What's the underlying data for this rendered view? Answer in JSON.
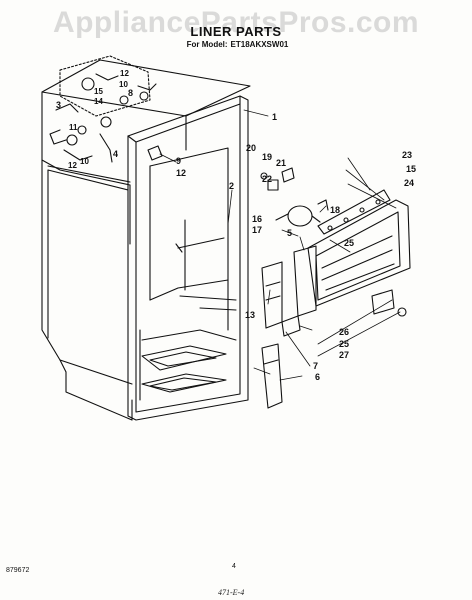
{
  "watermark": "AppliancePartsPros.com",
  "header": {
    "title": "LINER PARTS",
    "model_label": "For Model:",
    "model_number": "ET18AKXSW01"
  },
  "callouts": {
    "c1": "1",
    "c2": "2",
    "c3": "3",
    "c4": "4",
    "c5": "5",
    "c6": "6",
    "c7": "7",
    "c8": "8",
    "c9": "9",
    "c10a": "10",
    "c10b": "10",
    "c11": "11",
    "c12a": "12",
    "c12b": "12",
    "c12c": "12",
    "c13": "13",
    "c14": "14",
    "c15a": "15",
    "c15b": "15",
    "c16": "16",
    "c17": "17",
    "c18": "18",
    "c19": "19",
    "c20": "20",
    "c21": "21",
    "c22": "22",
    "c23": "23",
    "c24": "24",
    "c25a": "25",
    "c25b": "25",
    "c26": "26",
    "c27": "27"
  },
  "footer": {
    "doc_number": "879672",
    "page_number": "4",
    "handwritten": "471-E-4"
  }
}
